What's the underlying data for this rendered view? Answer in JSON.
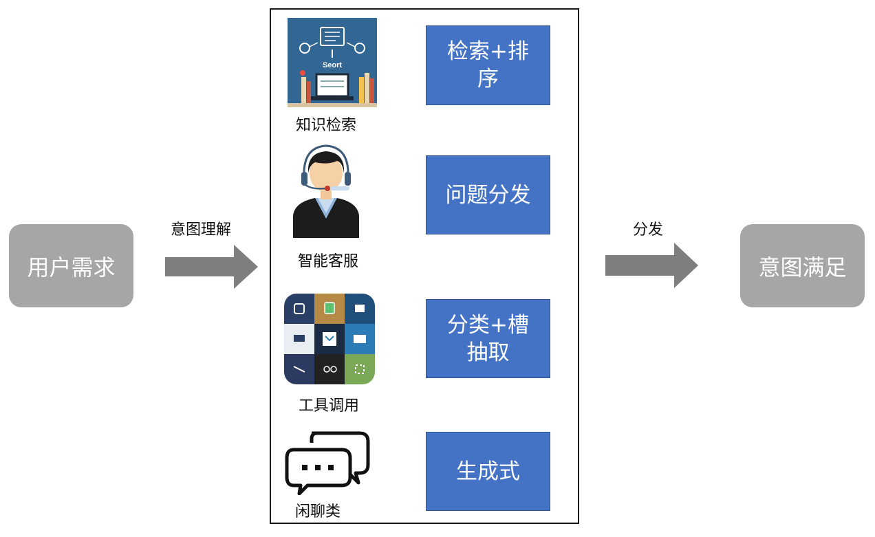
{
  "input": {
    "label": "用户需求"
  },
  "output": {
    "label": "意图满足"
  },
  "arrows": {
    "left_label": "意图理解",
    "right_label": "分发"
  },
  "categories": [
    {
      "label": "知识检索",
      "action": "检索+排序",
      "icon": "knowledge-search-icon",
      "icon_text": "Seort"
    },
    {
      "label": "智能客服",
      "action": "问题分发",
      "icon": "customer-service-agent-icon"
    },
    {
      "label": "工具调用",
      "action": "分类+槽抽取",
      "icon": "app-tiles-icon"
    },
    {
      "label": "闲聊类",
      "action": "生成式",
      "icon": "chat-bubbles-icon"
    }
  ],
  "colors": {
    "grey_box": "#a6a6a6",
    "arrow": "#7f7f7f",
    "blue_box": "#4472c4",
    "panel_border": "#1a1a1a"
  }
}
